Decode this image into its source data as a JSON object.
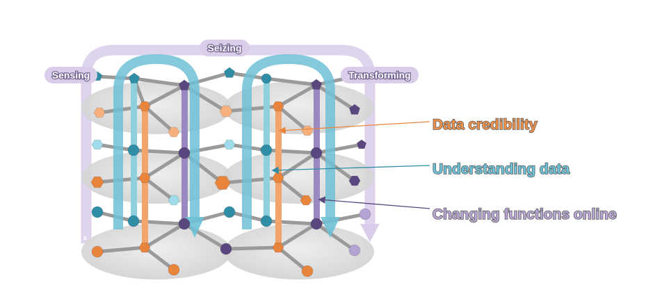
{
  "labels": {
    "sensing": "Sensing",
    "seizing": "Seizing",
    "transforming": "Transforming",
    "partial_s": "s"
  },
  "legend": [
    {
      "text": "Data credibility",
      "color": "#f0914a"
    },
    {
      "text": "Understanding data",
      "color": "#6cc3d9"
    },
    {
      "text": "Changing functions online",
      "color": "#b9a6d6"
    }
  ],
  "colors": {
    "orange": "#e9843c",
    "teal": "#2f8ea6",
    "purple": "#5b4780",
    "light_purple": "#b3a2d3",
    "arrow_blue": "#6fc1d6",
    "arc_lavender": "#d8cce8",
    "disc_gray": "#d9d9d9"
  }
}
